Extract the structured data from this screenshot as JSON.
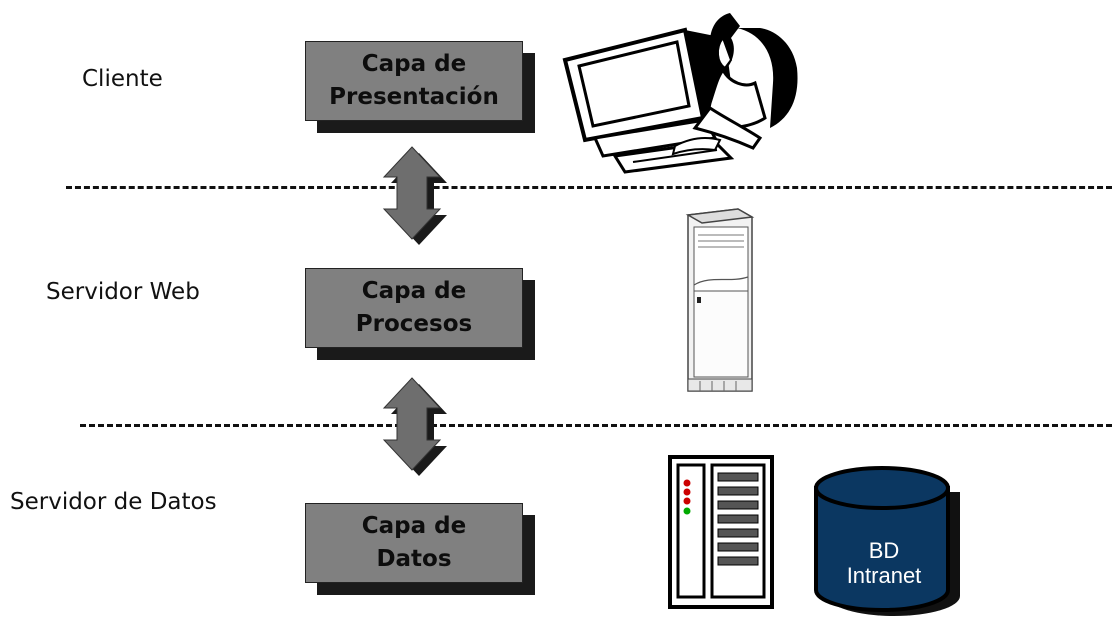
{
  "tiers": [
    {
      "label": "Cliente",
      "layer_line1": "Capa de",
      "layer_line2": "Presentación",
      "device_icon": "user-at-computer-icon"
    },
    {
      "label": "Servidor  Web",
      "layer_line1": "Capa de",
      "layer_line2": "Procesos",
      "device_icon": "tower-server-icon"
    },
    {
      "label": "Servidor de Datos",
      "layer_line1": "Capa de",
      "layer_line2": "Datos",
      "device_icon": "rack-server-icon"
    }
  ],
  "database": {
    "line1": "BD",
    "line2": "Intranet",
    "icon": "database-cylinder-icon"
  },
  "colors": {
    "layer_box": "#808080",
    "layer_shadow": "#1a1a1a",
    "arrow": "#6e6e6e",
    "database": "#0b3761",
    "database_text": "#ffffff"
  }
}
